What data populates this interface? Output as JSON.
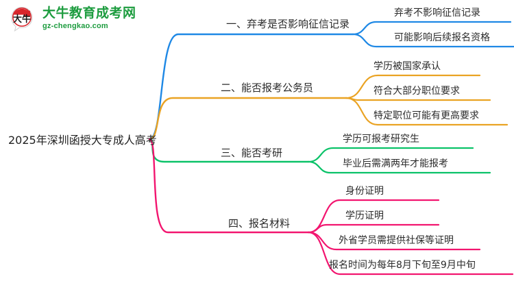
{
  "brand": {
    "logo_icon": "daniu-badge-icon",
    "name_cn": "大牛教育成考网",
    "name_en": "gz-chengkao.com",
    "color": "#1d9c3f",
    "badge_color": "#d8262c"
  },
  "mindmap": {
    "type": "mindmap",
    "root": {
      "label": "2025年深圳函授大专成人高考"
    },
    "branches": [
      {
        "label": "一、弃考是否影响征信记录",
        "color": "#1e88e5",
        "children": [
          "弃考不影响征信记录",
          "可能影响后续报名资格"
        ]
      },
      {
        "label": "二、能否报考公务员",
        "color": "#eaa323",
        "children": [
          "学历被国家承认",
          "符合大部分职位要求",
          "特定职位可能有更高要求"
        ]
      },
      {
        "label": "三、能否考研",
        "color": "#0ac268",
        "children": [
          "学历可报考研究生",
          "毕业后需满两年才能报考"
        ]
      },
      {
        "label": "四、报名材料",
        "color": "#f2156f",
        "children": [
          "身份证明",
          "学历证明",
          "外省学员需提供社保等证明",
          "报名时间为每年8月下旬至9月中旬"
        ]
      }
    ]
  }
}
